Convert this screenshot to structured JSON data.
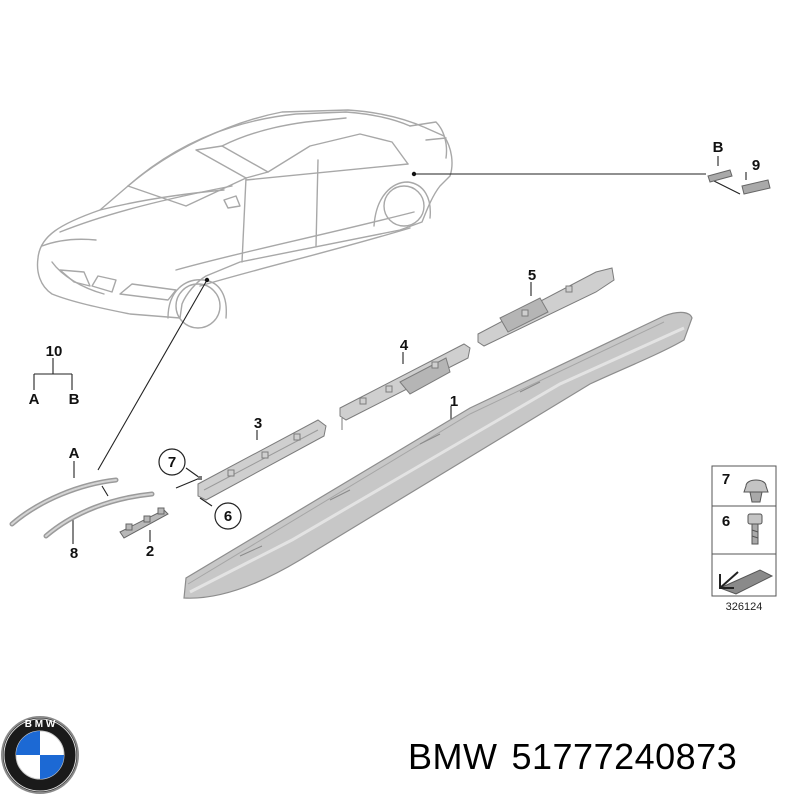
{
  "diagram": {
    "callouts": {
      "part1": "1",
      "part2": "2",
      "part3": "3",
      "part4": "4",
      "part5": "5",
      "part6": "6",
      "part7": "7",
      "part8": "8",
      "part9": "9",
      "part10": "10",
      "label_a_top": "A",
      "label_a_group": "A",
      "label_b_group": "B",
      "label_b_top": "B",
      "legend7": "7",
      "legend6": "6"
    },
    "catalog_number": "326124"
  },
  "footer": {
    "brand": "BMW",
    "part_number": "51777240873"
  },
  "colors": {
    "line": "#9a9a9a",
    "part_fill": "#c7c7c7",
    "part_dark": "#8d8d8d",
    "bmw_blue": "#1c69d4"
  }
}
